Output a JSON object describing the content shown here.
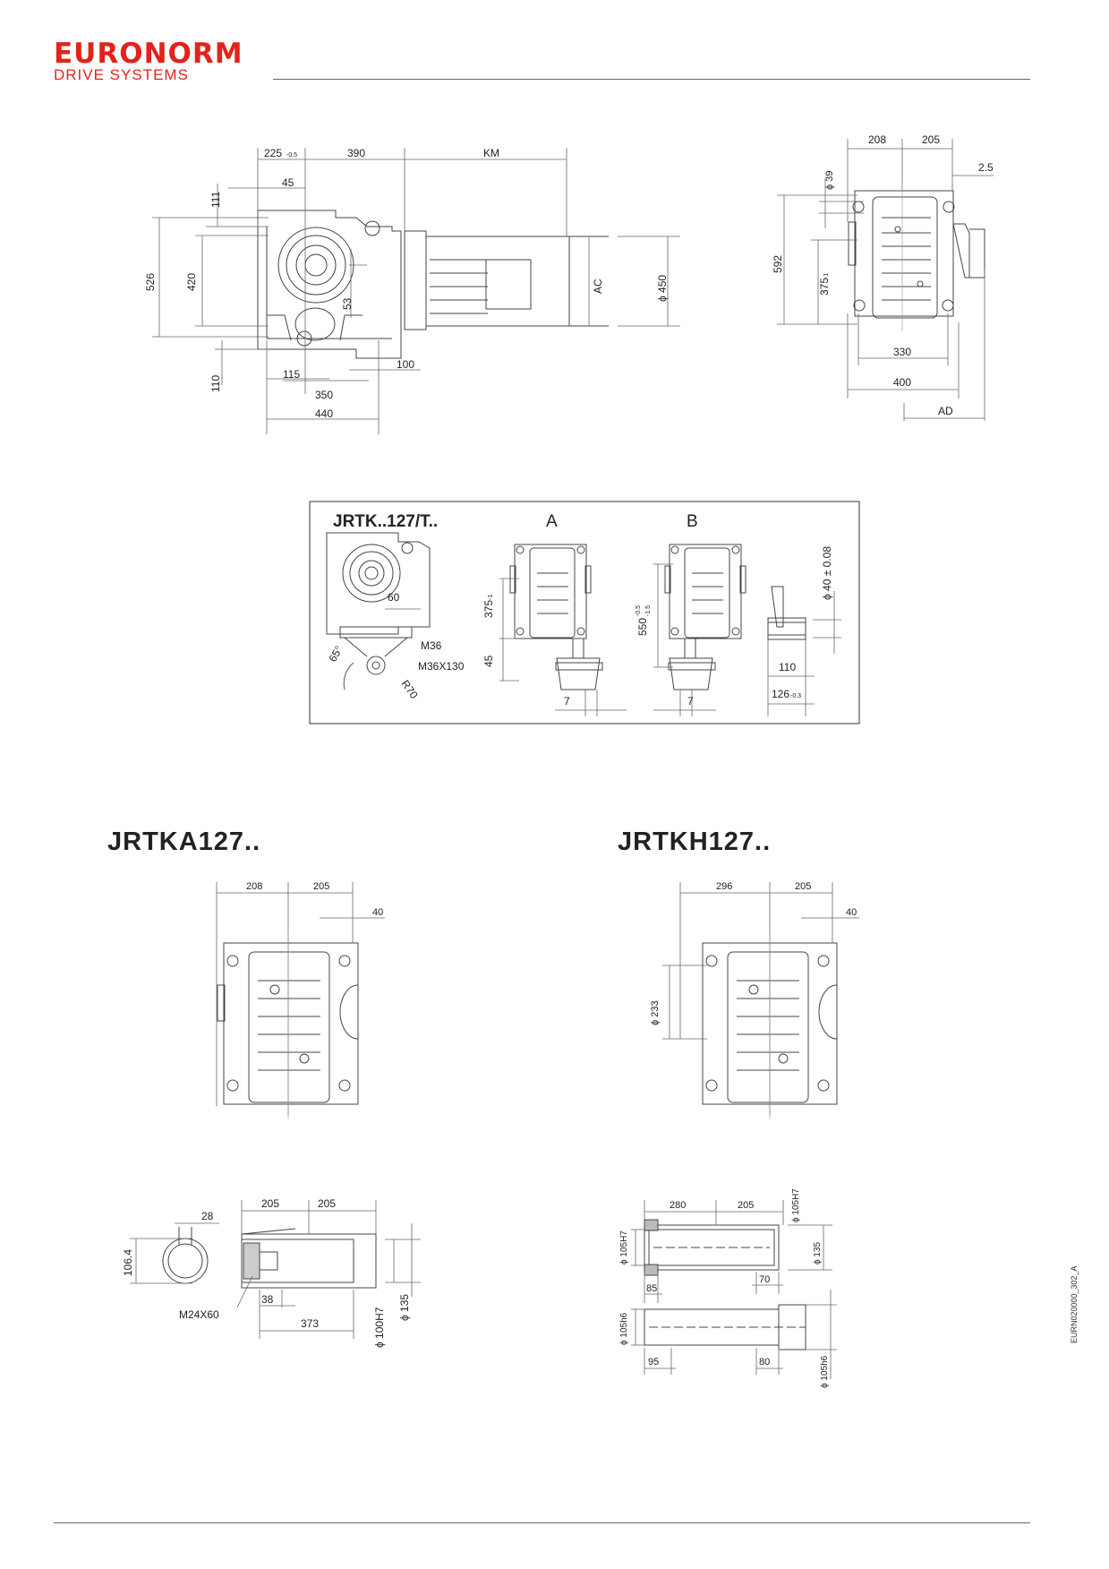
{
  "brand": {
    "name": "EURONORM",
    "tagline": "DRIVE SYSTEMS",
    "color": "#e2231a"
  },
  "doc_id": "EURN020000_302_A",
  "sections": {
    "variant_a_title": "JRTKA127..",
    "variant_h_title": "JRTKH127.."
  },
  "torque_arm_box": {
    "title": "JRTK..127/T..",
    "label_a": "A",
    "label_b": "B"
  },
  "dims": {
    "front": {
      "d225": "225",
      "d225_tol": "-0.5",
      "d390": "390",
      "km": "KM",
      "d45": "45",
      "d111": "111",
      "d526": "526",
      "d420": "420",
      "d53": "53",
      "ac": "AC",
      "d450": "ϕ 450",
      "d110": "110",
      "d115": "115",
      "d100": "100",
      "d350": "350",
      "d440": "440"
    },
    "side": {
      "d208": "208",
      "d205": "205",
      "d2_5": "2.5",
      "d39": "ϕ 39",
      "d592": "592",
      "d375": "375",
      "d375_tol": "-1",
      "d330": "330",
      "d400": "400",
      "ad": "AD"
    },
    "arm": {
      "d60": "60",
      "m36": "M36",
      "m36x130": "M36X130",
      "d65": "65°",
      "r70": "R70",
      "d375": "375",
      "d375_tol": "-1",
      "d45": "45",
      "d7a": "7",
      "d550": "550",
      "d550_tol_up": "-0.5",
      "d550_tol_dn": "-1.5",
      "d7b": "7",
      "d40": "ϕ 40 ± 0.08",
      "d110": "110",
      "d126": "126",
      "d126_tol": "-0.3"
    },
    "ka": {
      "d208": "208",
      "d205": "205",
      "d40": "40"
    },
    "kh": {
      "d296": "296",
      "d205": "205",
      "d40": "40",
      "d233": "ϕ 233"
    },
    "ka_shaft": {
      "d28": "28",
      "d106": "106.4",
      "d205a": "205",
      "d205b": "205",
      "d38": "38",
      "d373": "373",
      "m24": "M24X60",
      "d100": "ϕ 100H7",
      "d135": "ϕ 135"
    },
    "kh_shaft": {
      "d280": "280",
      "d205": "205",
      "d105h7_top": "ϕ 105H7",
      "d105h7_left": "ϕ 105H7",
      "d135": "ϕ 135",
      "d85": "85",
      "d70": "70",
      "d105h6_left": "ϕ 105h6",
      "d95": "95",
      "d80": "80",
      "d105h6_bot": "ϕ 105h6"
    }
  }
}
